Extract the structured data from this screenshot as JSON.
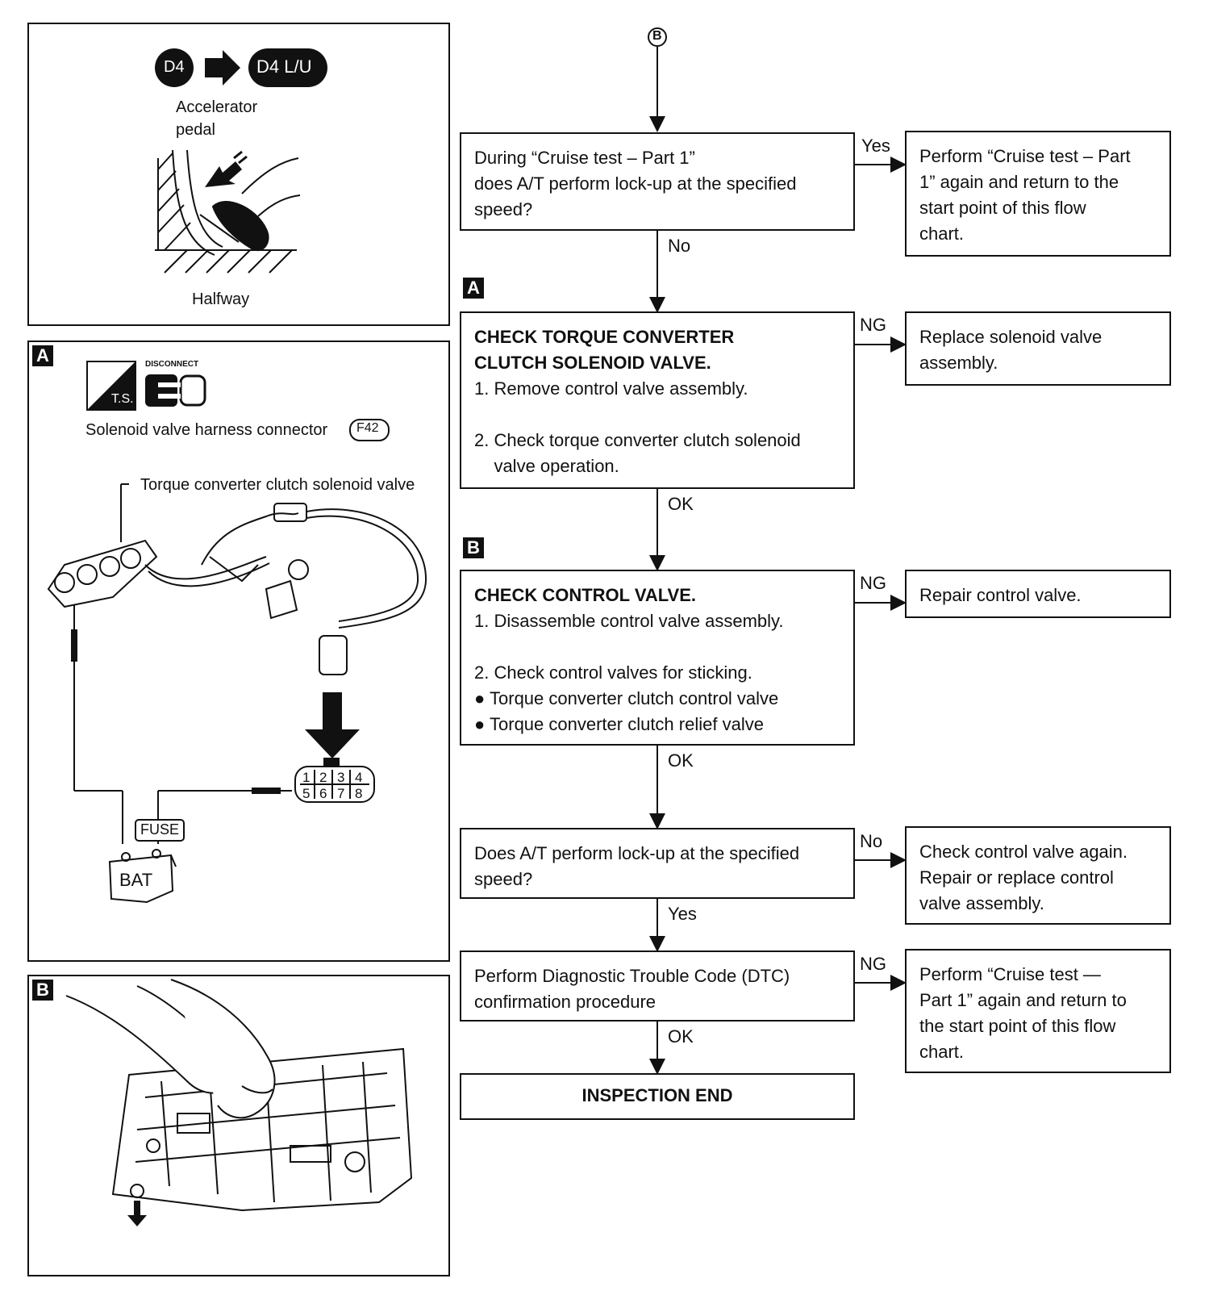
{
  "connector_top": "B",
  "panel_top": {
    "badge_left": "D4",
    "badge_right": "D4 L/U",
    "pedal_label_1": "Accelerator",
    "pedal_label_2": "pedal",
    "caption": "Halfway"
  },
  "panel_a": {
    "tag": "A",
    "ts_label": "T.S.",
    "disconnect_label": "DISCONNECT",
    "connector_caption": "Solenoid valve harness connector",
    "connector_code": "F42",
    "valve_label": "Torque converter clutch solenoid valve",
    "pins_top": [
      "1",
      "2",
      "3",
      "4"
    ],
    "pins_bottom": [
      "5",
      "6",
      "7",
      "8"
    ],
    "fuse": "FUSE",
    "battery": "BAT"
  },
  "panel_b": {
    "tag": "B"
  },
  "flow": {
    "q1": {
      "line1": "During “Cruise test – Part 1”",
      "line2": "does A/T perform lock-up at the specified",
      "line3": "speed?"
    },
    "q1_yes_label": "Yes",
    "q1_yes_box": {
      "line1": "Perform “Cruise test – Part",
      "line2": "1” again and return to the",
      "line3": "start point of this flow",
      "line4": "chart."
    },
    "q1_no_label": "No",
    "tag_a": "A",
    "check_a": {
      "title1": "CHECK TORQUE CONVERTER",
      "title2": "CLUTCH SOLENOID VALVE.",
      "step1": "1. Remove control valve assembly.",
      "step2a": "2. Check torque converter clutch solenoid",
      "step2b": "    valve operation."
    },
    "check_a_ng_label": "NG",
    "check_a_ng_box": {
      "line1": "Replace solenoid valve",
      "line2": "assembly."
    },
    "check_a_ok_label": "OK",
    "tag_b": "B",
    "check_b": {
      "title": "CHECK CONTROL VALVE.",
      "step1": "1. Disassemble control valve assembly.",
      "step2": "2. Check control valves for sticking.",
      "bullet1": "● Torque converter clutch control valve",
      "bullet2": "● Torque converter clutch relief valve"
    },
    "check_b_ng_label": "NG",
    "check_b_ng_box": {
      "line1": "Repair control valve."
    },
    "check_b_ok_label": "OK",
    "q2": {
      "line1": "Does A/T perform lock-up at the specified",
      "line2": "speed?"
    },
    "q2_no_label": "No",
    "q2_no_box": {
      "line1": "Check control valve again.",
      "line2": "Repair or replace control",
      "line3": "valve assembly."
    },
    "q2_yes_label": "Yes",
    "dtc": {
      "line1": "Perform Diagnostic Trouble Code (DTC)",
      "line2": "confirmation procedure"
    },
    "dtc_ng_label": "NG",
    "dtc_ng_box": {
      "line1": "Perform “Cruise test —",
      "line2": "Part 1” again and return to",
      "line3": "the start point of this flow",
      "line4": "chart."
    },
    "dtc_ok_label": "OK",
    "end": "INSPECTION END"
  }
}
